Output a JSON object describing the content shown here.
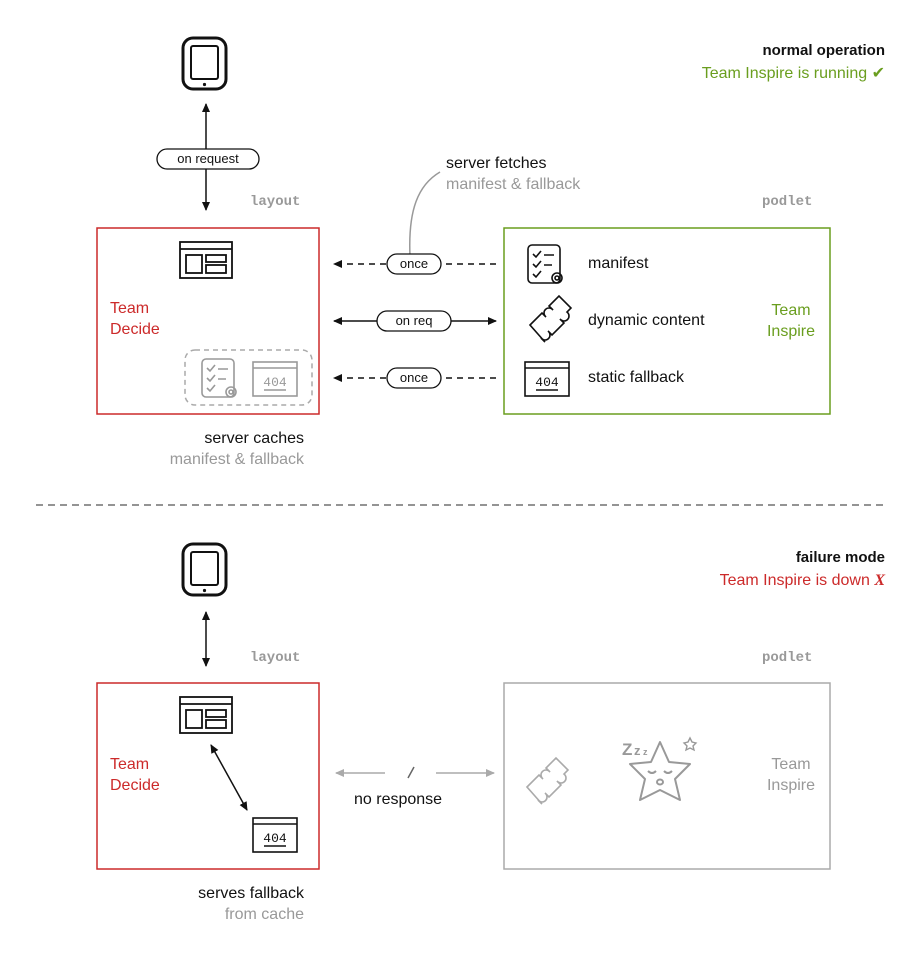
{
  "normal": {
    "mode_title": "normal operation",
    "status_text": "Team Inspire is running",
    "status_mark": "✔",
    "request_label": "on request",
    "layout_label": "layout",
    "podlet_label": "podlet",
    "fetch_note_line1": "server fetches",
    "fetch_note_line2": "manifest & fallback",
    "layout_team": [
      "Team",
      "Decide"
    ],
    "podlet_team": [
      "Team",
      "Inspire"
    ],
    "arrows": [
      "once",
      "on req",
      "once"
    ],
    "podlet_items": [
      "manifest",
      "dynamic content",
      "static fallback"
    ],
    "cache_note_line1": "server caches",
    "cache_note_line2": "manifest & fallback",
    "icons": [
      "tablet-icon",
      "page-layout-icon",
      "manifest-checklist-icon",
      "puzzle-icon",
      "fallback-404-icon"
    ]
  },
  "failure": {
    "mode_title": "failure mode",
    "status_text": "Team Inspire is down",
    "status_mark": "X",
    "layout_label": "layout",
    "podlet_label": "podlet",
    "layout_team": [
      "Team",
      "Decide"
    ],
    "podlet_team": [
      "Team",
      "Inspire"
    ],
    "no_response_label": "no response",
    "serve_note_line1": "serves fallback",
    "serve_note_line2": "from cache",
    "icons": [
      "tablet-icon",
      "page-layout-icon",
      "fallback-404-icon",
      "puzzle-icon",
      "sleeping-star-icon"
    ]
  },
  "colors": {
    "team_decide": "#cc2a2a",
    "team_inspire": "#6a9e1f",
    "inactive": "#aaaaaa",
    "separator": "#555555"
  }
}
